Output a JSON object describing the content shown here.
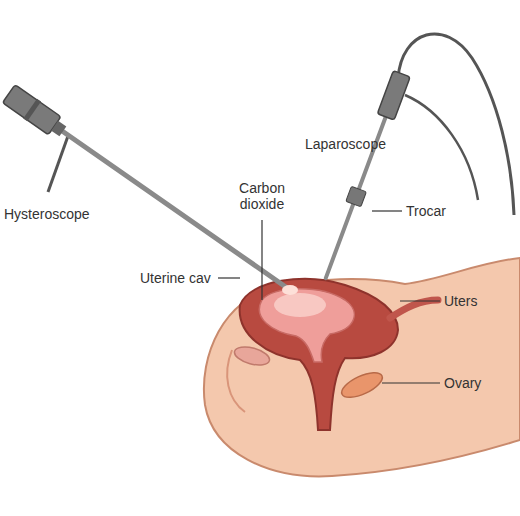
{
  "diagram": {
    "labels": [
      "Laparoscope",
      "Trocar",
      "Hysteroscope",
      "Carbon dioxide",
      "Uterine cav",
      "Uters",
      "Ovary"
    ]
  }
}
